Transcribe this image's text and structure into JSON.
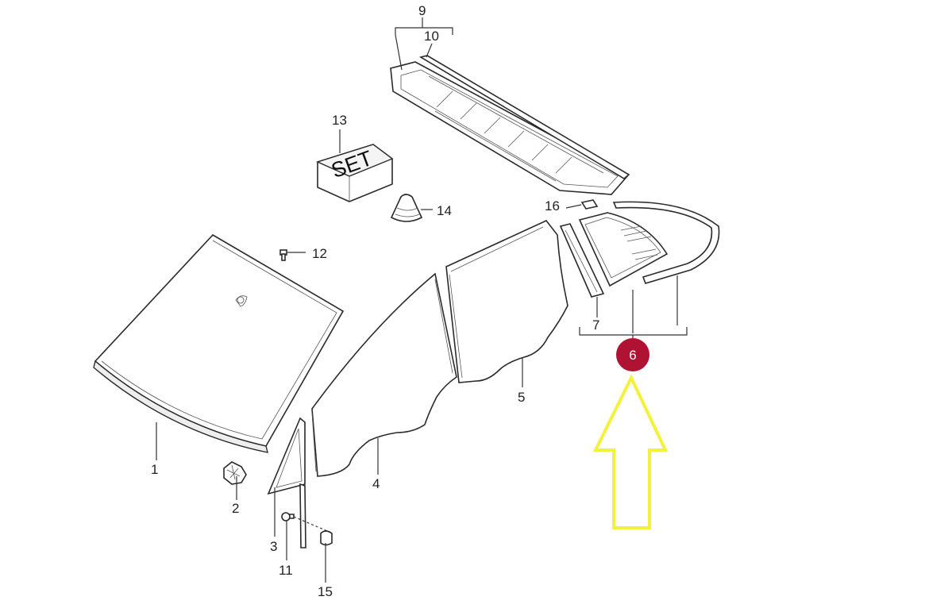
{
  "diagram": {
    "callouts": {
      "c1": "1",
      "c2": "2",
      "c3": "3",
      "c4": "4",
      "c5": "5",
      "c6": "6",
      "c7": "7",
      "c9": "9",
      "c10": "10",
      "c11": "11",
      "c12": "12",
      "c13": "13",
      "c14": "14",
      "c15": "15",
      "c16": "16"
    },
    "set_box_label": "SET",
    "highlight": {
      "part_number": "6",
      "circle_color": "#b01234",
      "arrow_color": "#f2f23a"
    }
  }
}
